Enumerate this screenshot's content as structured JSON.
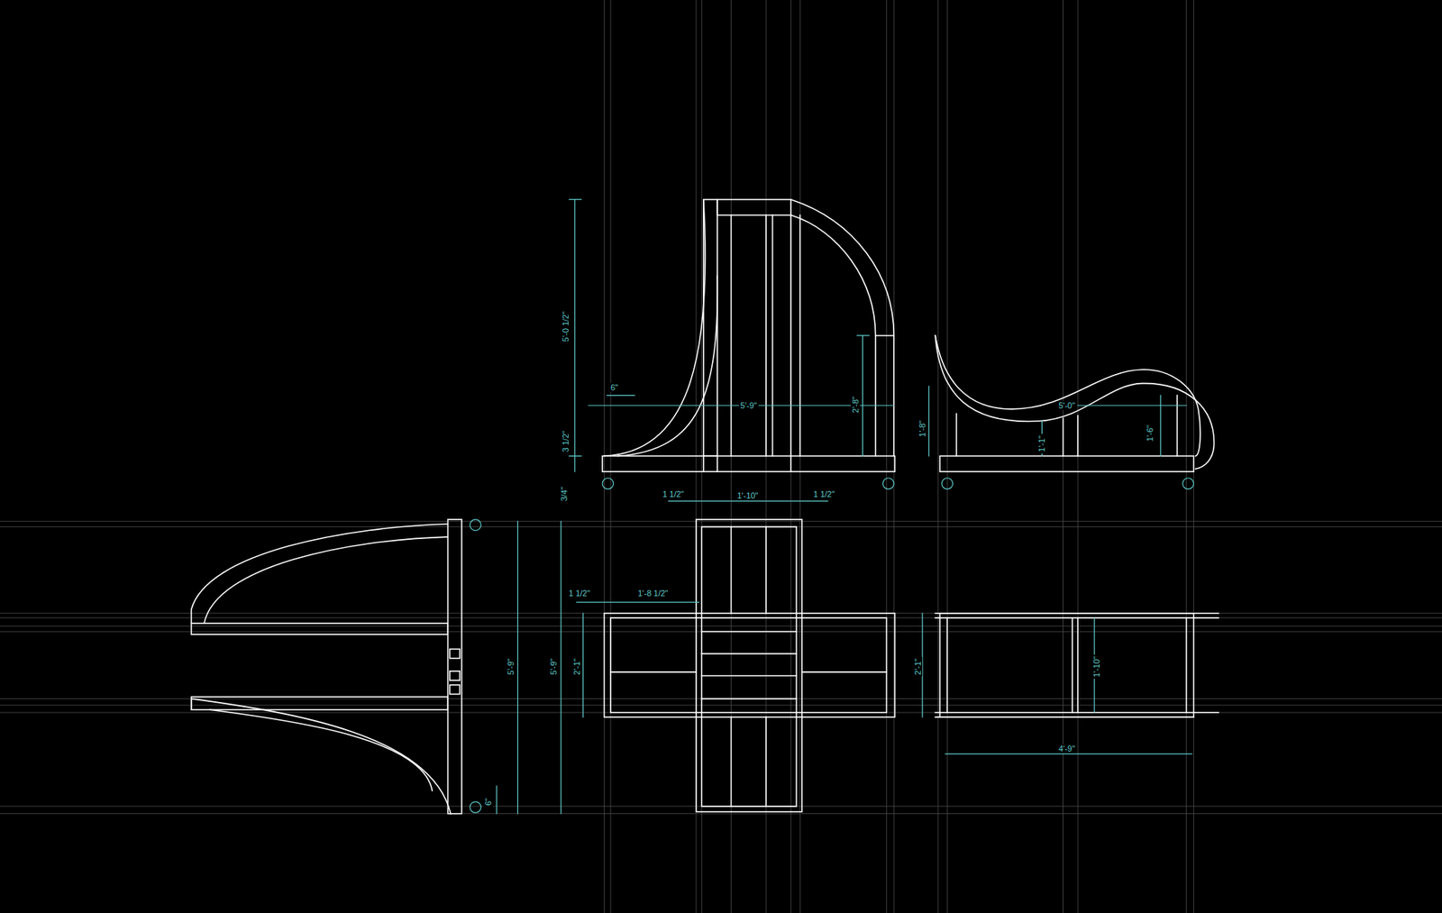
{
  "diagram": {
    "labels": [
      "5'-0 1/2\"",
      "6\"",
      "3 1/2\"",
      "5'-9\"",
      "2'-8\"",
      "3/4\"",
      "1 1/2\"",
      "1'-10\"",
      "1 1/2\"",
      "1'-8\"",
      "5'-0\"",
      "1'-1\"",
      "1'-6\"",
      "1 1/2\"",
      "1'-8 1/2\"",
      "5'-9\"",
      "5'-9\"",
      "2'-1\"",
      "6\"",
      "2'-1\"",
      "1'-10\"",
      "4'-9\""
    ]
  }
}
